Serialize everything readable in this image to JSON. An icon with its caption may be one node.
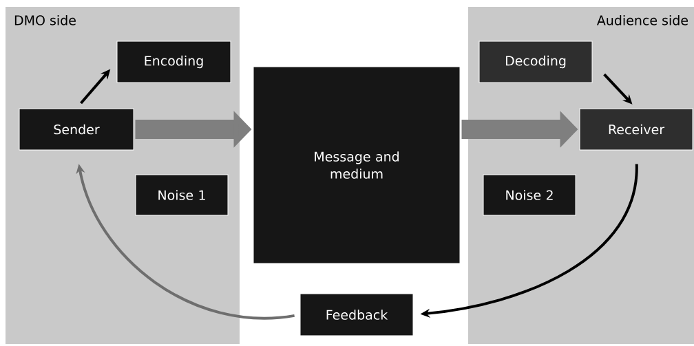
{
  "diagram": {
    "nodes": [
      {
        "text": [
          "DMO side"
        ]
      },
      {
        "text": [
          "Encoding"
        ],
        "in": 0
      },
      {
        "text": [
          "Sender"
        ],
        "in": 0
      },
      {
        "text": [
          "Noise 1"
        ],
        "in": 0
      },
      {
        "text": [
          "Message and medium"
        ]
      },
      {
        "text": [
          "Audience side"
        ]
      },
      {
        "text": [
          "Decoding"
        ],
        "in": 5
      },
      {
        "text": [
          "Receiver"
        ],
        "in": 5
      },
      {
        "text": [
          "Noise 2"
        ],
        "in": 5
      },
      {
        "text": [
          "Feedback"
        ]
      }
    ],
    "edges": [
      {
        "from": 2,
        "to": 1,
        "arrow": "to"
      },
      {
        "from": 2,
        "to": 4,
        "arrow": "to",
        "style": "thick",
        "color": "#7f7f7f"
      },
      {
        "from": 4,
        "to": 7,
        "arrow": "to",
        "style": "thick",
        "color": "#7f7f7f"
      },
      {
        "from": 6,
        "to": 7,
        "arrow": "to"
      },
      {
        "from": 7,
        "to": 9,
        "arrow": "to"
      },
      {
        "from": 9,
        "to": 2,
        "arrow": "to",
        "color": "#6e6e6e"
      }
    ]
  }
}
